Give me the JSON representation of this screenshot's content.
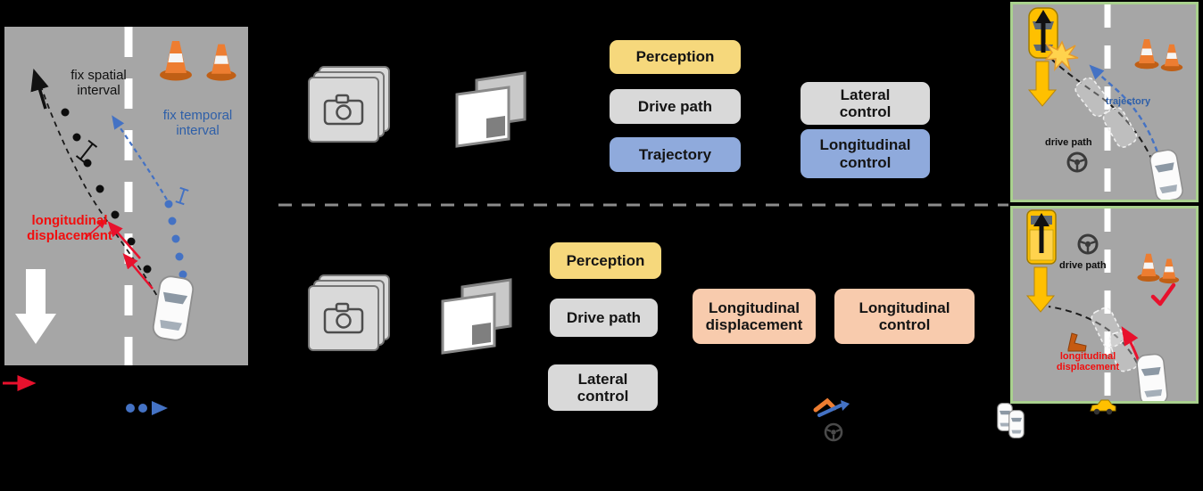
{
  "figure": {
    "left_scene": {
      "fix_spatial_label": "fix spatial interval",
      "fix_temporal_label": "fix temporal interval",
      "longitudinal_label": "longitudinal displacement"
    },
    "pipeline_top": {
      "perception": "Perception",
      "drive_path": "Drive path",
      "trajectory": "Trajectory",
      "lateral_control": "Lateral control",
      "longitudinal_control": "Longitudinal control"
    },
    "pipeline_bottom": {
      "perception": "Perception",
      "drive_path": "Drive path",
      "lateral_control": "Lateral control",
      "longitudinal_displacement": "Longitudinal displacement",
      "longitudinal_control": "Longitudinal control"
    },
    "scene_top": {
      "trajectory_label": "trajectory",
      "drive_path_label": "drive path"
    },
    "scene_bottom": {
      "drive_path_label": "drive path",
      "longitudinal_label": "longitudinal displacement"
    },
    "icons": {
      "camera_stack": "stacked camera images",
      "frames": "image frames",
      "traffic_cone": "traffic cone",
      "steering_wheel": "steering wheel",
      "car_top": "car top view",
      "collision_star": "collision burst",
      "check_mark": "success check",
      "seat": "comfort seat"
    },
    "colors": {
      "perception_yellow": "#F6D87C",
      "neutral_gray": "#D9D9D9",
      "trajectory_blue": "#8FAADC",
      "displacement_orange": "#F8CBAD",
      "road_gray": "#A6A6A6",
      "scene_border_green": "#A9D18E",
      "accent_red": "#E8112D",
      "accent_blue": "#4472C4",
      "lead_vehicle_yellow": "#FFC000"
    }
  }
}
